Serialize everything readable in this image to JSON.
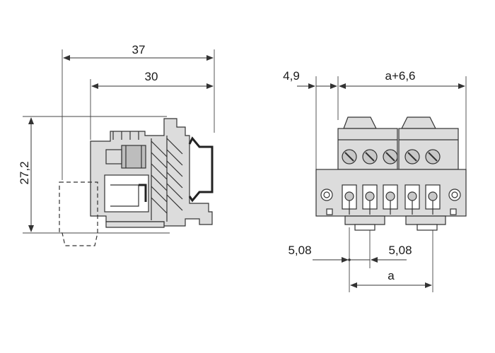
{
  "side_view": {
    "dim_overall_width": "37",
    "dim_inner_width": "30",
    "dim_height": "27,2"
  },
  "front_view": {
    "dim_offset": "4,9",
    "dim_total": "a+6,6",
    "dim_pitch_left": "5,08",
    "dim_pitch_right": "5,08",
    "dim_a": "a"
  },
  "colors": {
    "line": "#333333",
    "part_fill": "#dcdcdc",
    "part_dark": "#bdbdbd"
  }
}
